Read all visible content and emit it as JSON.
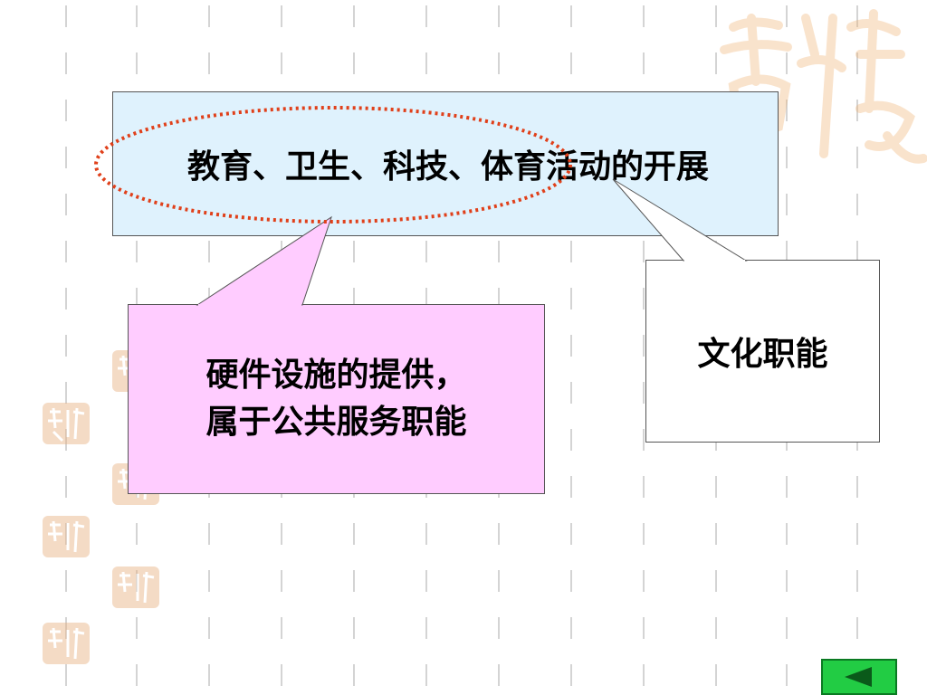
{
  "slide": {
    "topic": "教育、卫生、科技、体育活动的开展",
    "hardware_line1": "硬件设施的提供，",
    "hardware_line2": "属于公共服务职能",
    "culture": "文化职能"
  },
  "colors": {
    "topic_bg": "#dff2fd",
    "pink_bg": "#ffccff",
    "ellipse": "#e0401a",
    "nav_green": "#22cc44"
  },
  "icons": {
    "nav": "back-arrow-icon",
    "watermark": "auspicious-seal-icon"
  }
}
